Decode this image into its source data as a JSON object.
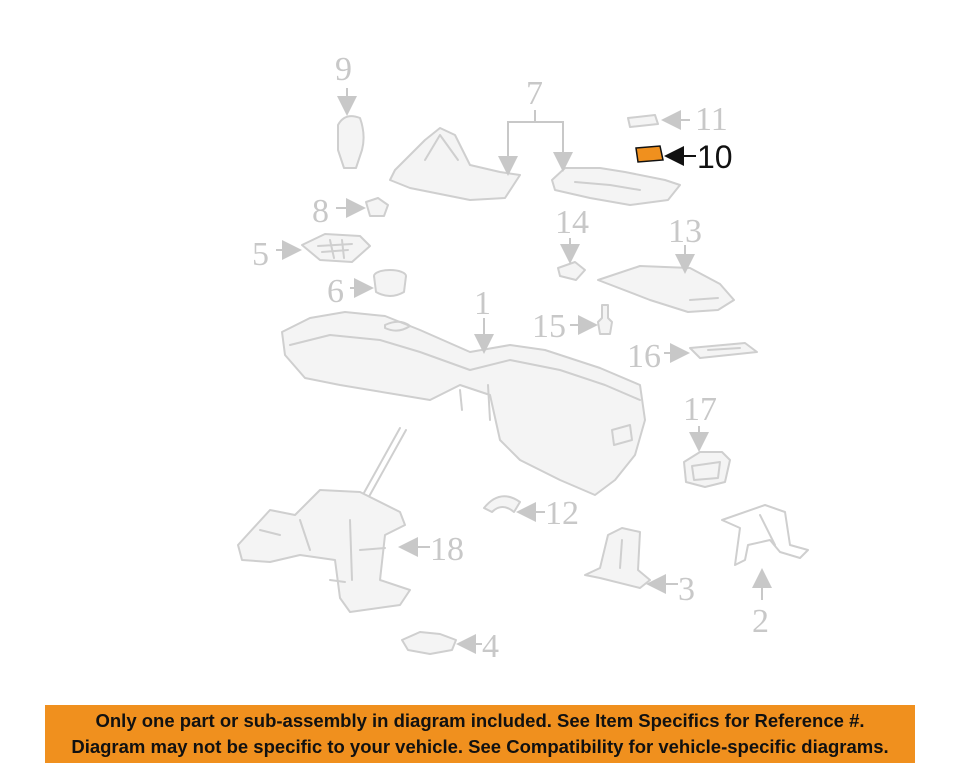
{
  "diagram": {
    "callouts": [
      "1",
      "2",
      "3",
      "4",
      "5",
      "6",
      "7",
      "8",
      "9",
      "10",
      "11",
      "12",
      "13",
      "14",
      "15",
      "16",
      "17",
      "18"
    ],
    "highlighted_callout": "10",
    "highlight_color": "#f0901e"
  },
  "notice": {
    "line1": "Only one part or sub-assembly in diagram included. See Item Specifics for Reference #.",
    "line2": "Diagram may not be specific to your vehicle. See Compatibility for vehicle-specific diagrams.",
    "background": "#f0901e"
  }
}
